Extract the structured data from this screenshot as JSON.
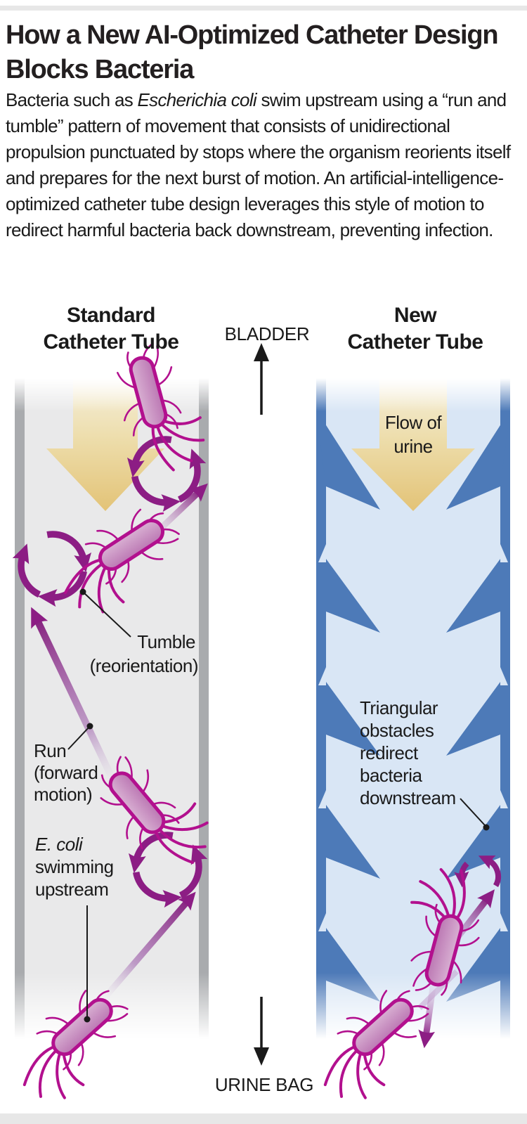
{
  "header": {
    "title_line1": "How a New AI-Optimized Catheter Design",
    "title_line2": "Blocks Bacteria"
  },
  "intro": {
    "part1": "Bacteria such as ",
    "italic": "Escherichia coli",
    "part2": " swim upstream using a “run and tumble” pattern of movement that consists of unidirectional propulsion punctuated by stops where the organism reorients itself and prepares for the next burst of motion. An artificial-intelligence-optimized catheter tube design leverages this style of motion to redirect harmful bacteria back downstream, preventing infection."
  },
  "diagram": {
    "standard_tube": {
      "title_line1": "Standard",
      "title_line2": "Catheter Tube"
    },
    "new_tube": {
      "title_line1": "New",
      "title_line2": "Catheter Tube"
    },
    "bladder_label": "BLADDER",
    "urine_bag_label": "URINE BAG",
    "flow_label": {
      "line1": "Flow of",
      "line2": "urine"
    },
    "tumble_label": {
      "line1": "Tumble",
      "line2": "(reorientation)"
    },
    "run_label": {
      "line1": "Run",
      "line2": "(forward",
      "line3": "motion)"
    },
    "ecoli_label": {
      "line1": "E. coli",
      "line2": "swimming",
      "line3": "upstream"
    },
    "obstacle_label": {
      "line1": "Triangular",
      "line2": "obstacles",
      "line3": "redirect",
      "line4": "bacteria",
      "line5": "downstream"
    },
    "colors": {
      "standard_header_gray": "#8a8c8f",
      "new_header_blue": "#3e6fbd",
      "tube_wall_gray": "#a9abae",
      "tube_fill_gray": "#e9e9ea",
      "tube_wall_blue": "#4d7ab8",
      "tube_fill_blue": "#d9e6f5",
      "urine_arrow_tan": "#e3c377",
      "bacteria_magenta": "#b2108e",
      "bacteria_body_pink": "#c68fbe",
      "motion_arrow_purple": "#8c1d84",
      "text_black": "#1a1a1a",
      "edge_bar_gray": "#e7e7e7"
    }
  }
}
